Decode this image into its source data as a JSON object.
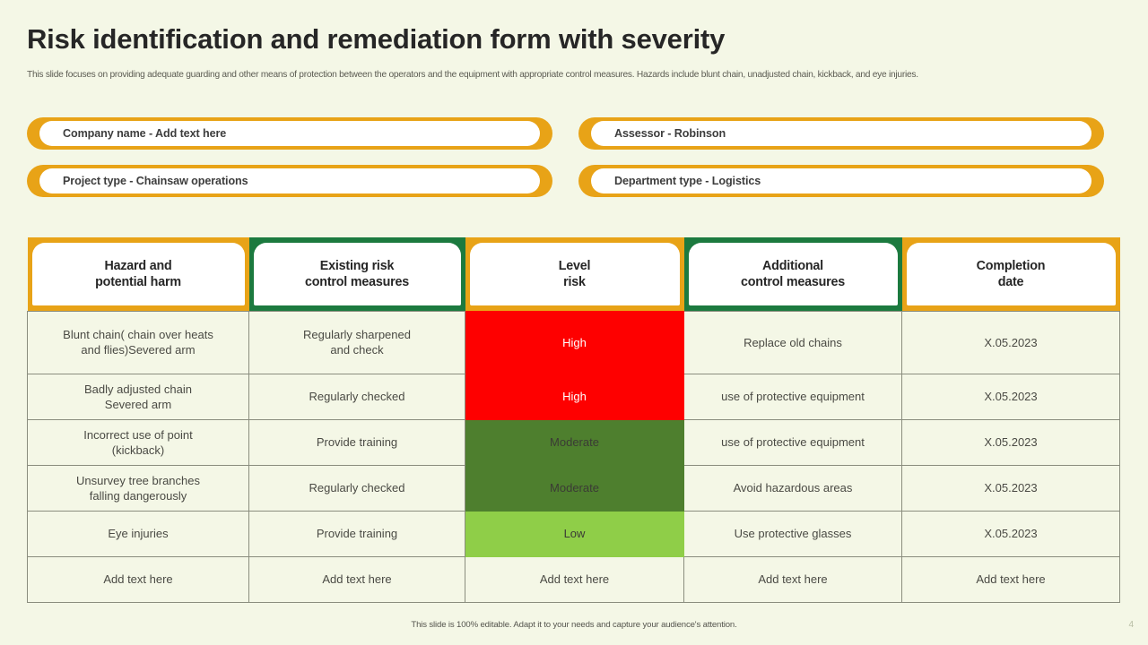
{
  "header": {
    "title": "Risk identification and remediation form with severity",
    "subtitle": "This slide focuses on providing adequate guarding and other means of protection between the operators and the equipment with appropriate control measures. Hazards include blunt chain, unadjusted chain, kickback, and eye injuries."
  },
  "info_pills": [
    {
      "label": "Company name - Add text here"
    },
    {
      "label": "Assessor - Robinson"
    },
    {
      "label": "Project type - Chainsaw operations"
    },
    {
      "label": "Department type - Logistics"
    }
  ],
  "table": {
    "columns": [
      {
        "label": "Hazard and\npotential harm",
        "accent": "#e8a317"
      },
      {
        "label": "Existing risk\ncontrol measures",
        "accent": "#1c7a3f"
      },
      {
        "label": "Level\nrisk",
        "accent": "#e8a317"
      },
      {
        "label": "Additional\ncontrol measures",
        "accent": "#1c7a3f"
      },
      {
        "label": "Completion\ndate",
        "accent": "#e8a317"
      }
    ],
    "rows": [
      {
        "hazard": "Blunt chain( chain over heats\nand flies)Severed arm",
        "existing": "Regularly sharpened\nand check",
        "level": "High",
        "level_class": "risk-high",
        "additional": "Replace old chains",
        "date": "X.05.2023"
      },
      {
        "hazard": "Badly adjusted chain\nSevered arm",
        "existing": "Regularly checked",
        "level": "High",
        "level_class": "risk-high",
        "additional": "use of protective equipment",
        "date": "X.05.2023"
      },
      {
        "hazard": "Incorrect use of point\n(kickback)",
        "existing": "Provide training",
        "level": "Moderate",
        "level_class": "risk-moderate",
        "additional": "use of protective equipment",
        "date": "X.05.2023"
      },
      {
        "hazard": "Unsurvey tree branches\nfalling dangerously",
        "existing": "Regularly checked",
        "level": "Moderate",
        "level_class": "risk-moderate",
        "additional": "Avoid hazardous areas",
        "date": "X.05.2023"
      },
      {
        "hazard": "Eye injuries",
        "existing": "Provide training",
        "level": "Low",
        "level_class": "risk-low",
        "additional": "Use protective glasses",
        "date": "X.05.2023"
      },
      {
        "hazard": "Add text here",
        "existing": "Add text here",
        "level": "Add text here",
        "level_class": "",
        "additional": "Add text here",
        "date": "Add text here"
      }
    ]
  },
  "footer": {
    "note": "This slide is 100% editable. Adapt it to your needs and capture your audience's attention.",
    "page_number": "4"
  },
  "colors": {
    "background": "#f4f7e6",
    "orange": "#e8a317",
    "green": "#1c7a3f",
    "high": "#fe0000",
    "moderate": "#4e7f2e",
    "low": "#8fce48"
  }
}
